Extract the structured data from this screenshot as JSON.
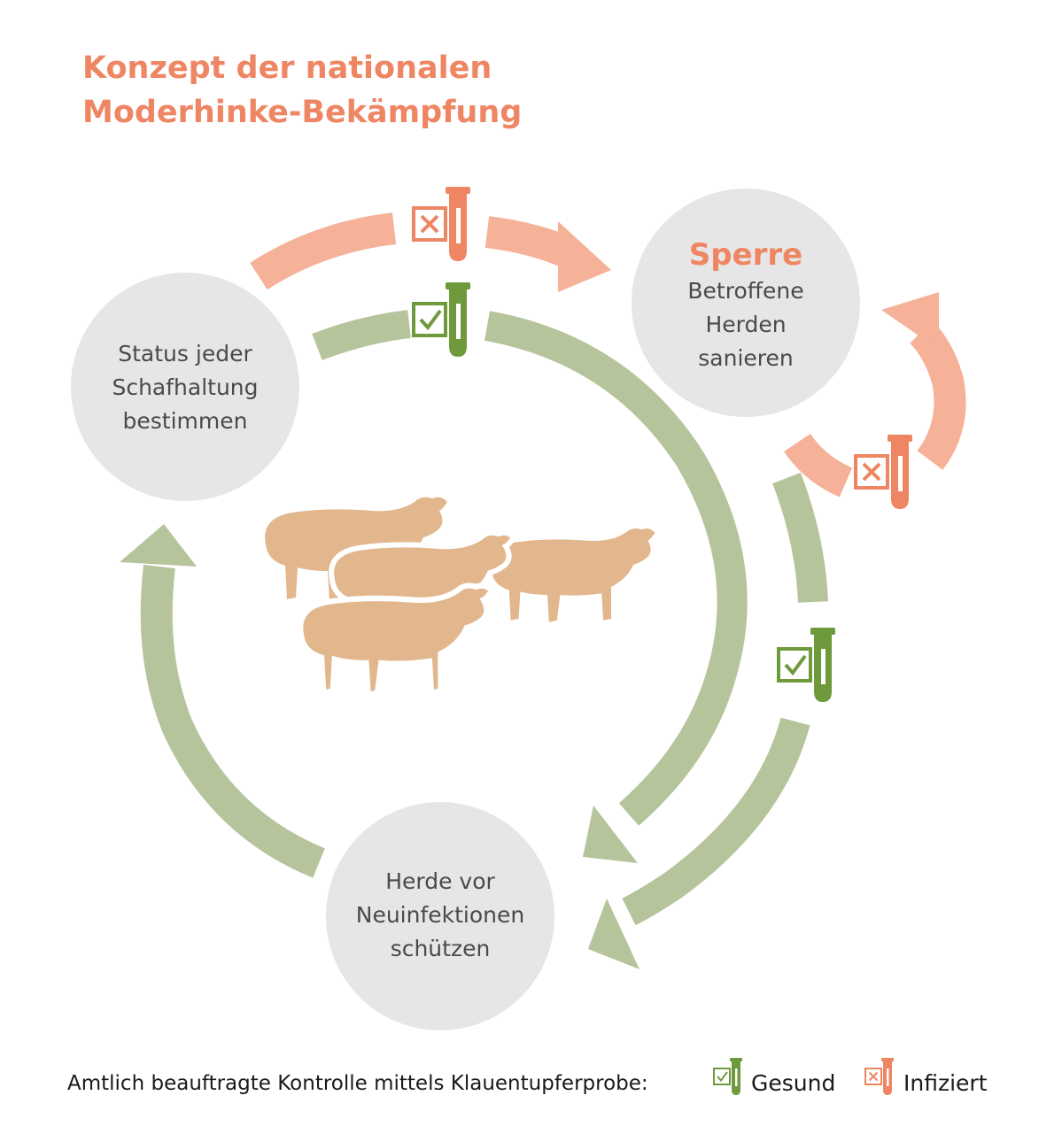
{
  "title": {
    "line1": "Konzept der nationalen",
    "line2": "Moderhinke-Bekämpfung"
  },
  "nodes": {
    "status": {
      "line1": "Status jeder",
      "line2": "Schafhaltung",
      "line3": "bestimmen"
    },
    "sperre": {
      "heading": "Sperre",
      "line1": "Betroffene",
      "line2": "Herden",
      "line3": "sanieren"
    },
    "schutz": {
      "line1": "Herde vor",
      "line2": "Neuinfektionen",
      "line3": "schützen"
    }
  },
  "legend": {
    "label": "Amtlich beauftragte Kontrolle mittels Klauentupferprobe:",
    "healthy": "Gesund",
    "infected": "Infiziert"
  },
  "colors": {
    "green_arrow": "#b6c49b",
    "green_icon": "#6e9a3c",
    "orange_arrow": "#f6b199",
    "orange_icon": "#ee8663",
    "circle_fill": "#e6e6e6",
    "sheep": "#e2b78d",
    "title": "#ee8663"
  },
  "icons": [
    "test-tube-check-icon",
    "test-tube-cross-icon",
    "sheep-flock-icon"
  ]
}
